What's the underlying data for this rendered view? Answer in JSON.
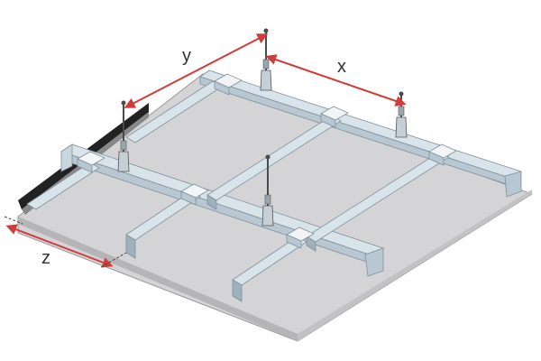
{
  "diagram": {
    "dimensions": [
      {
        "id": "y",
        "label": "y"
      },
      {
        "id": "x",
        "label": "x"
      },
      {
        "id": "z",
        "label": "z"
      }
    ],
    "colors": {
      "board": "#d4d4d6",
      "board_edge": "#9a9a9c",
      "profile_light": "#d8e3ea",
      "profile_mid": "#b8c7d1",
      "profile_dark": "#7f919c",
      "connector": "#f2f4f5",
      "hanger": "#4a4a4a",
      "dimension": "#d23b3b",
      "wall_track": "#222222"
    },
    "icons": [
      "hanger-icon",
      "connector-icon"
    ]
  }
}
